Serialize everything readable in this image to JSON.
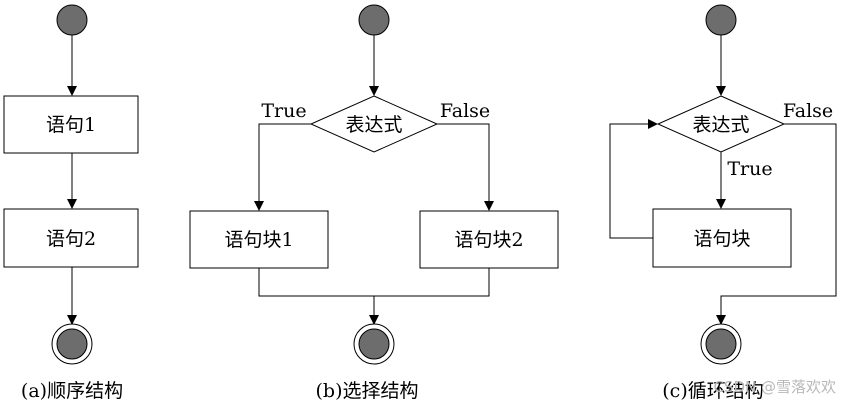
{
  "diagrams": {
    "sequence": {
      "statement1": "语句1",
      "statement2": "语句2",
      "caption": "(a)顺序结构"
    },
    "selection": {
      "condition": "表达式",
      "true_label": "True",
      "false_label": "False",
      "block1": "语句块1",
      "block2": "语句块2",
      "caption": "(b)选择结构"
    },
    "loop": {
      "condition": "表达式",
      "true_label": "True",
      "false_label": "False",
      "block": "语句块",
      "caption": "(c)循环结构"
    }
  },
  "watermark": "CSDN @雪落欢欢",
  "colors": {
    "node_fill": "#6d6d6d",
    "stroke": "#000000",
    "background": "#ffffff"
  }
}
